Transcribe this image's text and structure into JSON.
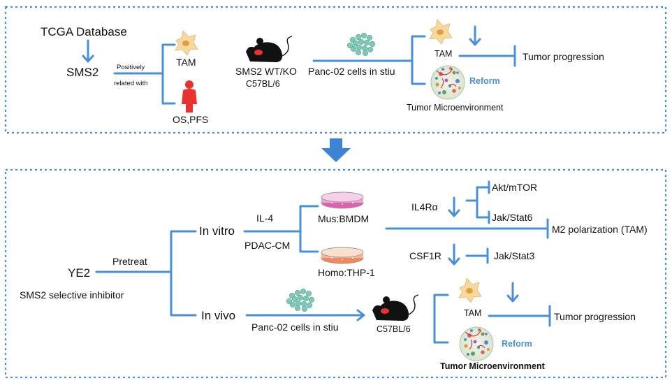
{
  "colors": {
    "arrow": "#4a90d9",
    "frame": "#4a90d9",
    "tam": "#f7d9a0",
    "person": "#e8322f",
    "mouse": "#111111",
    "mouse_eye": "#e8322f",
    "dish_pink": "#e060b0",
    "dish_orange": "#f08a5a",
    "cells": "#7fc8b8"
  },
  "icons": [
    "macrophage-icon",
    "person-icon",
    "mouse-icon",
    "cell-cluster-icon",
    "tumor-microenvironment-icon",
    "petri-dish-icon",
    "down-arrow-icon"
  ],
  "top_panel": {
    "source": "TCGA Database",
    "gene": "SMS2",
    "relation_line1": "Positively",
    "relation_line2": "related with",
    "tam_label": "TAM",
    "survival_label": "OS,PFS",
    "mouse_label": "SMS2 WT/KO",
    "strain_label": "C57BL/6",
    "cells_label": "Panc-02 cells in stiu",
    "tam_result_label": "TAM",
    "reform_label": "Reform",
    "tme_label": "Tumor Microenvironment",
    "outcome_label": "Tumor progression"
  },
  "bottom_panel": {
    "compound": "YE2",
    "compound_desc": "SMS2 selective inhibitor",
    "pretreat_label": "Pretreat",
    "in_vitro_label": "In vitro",
    "il4_label": "IL-4",
    "pdac_label": "PDAC-CM",
    "mus_label": "Mus:BMDM",
    "homo_label": "Homo:THP-1",
    "il4ra_label": "IL4Rα",
    "akt_label": "Akt/mTOR",
    "jak6_label": "Jak/Stat6",
    "m2_label": "M2 polarization (TAM)",
    "csf1r_label": "CSF1R",
    "jak3_label": "Jak/Stat3",
    "in_vivo_label": "In vivo",
    "cells_label": "Panc-02 cells in stiu",
    "strain_label": "C57BL/6",
    "tam_label": "TAM",
    "reform_label": "Reform",
    "tme_label": "Tumor Microenvironment",
    "outcome_label": "Tumor progression"
  }
}
